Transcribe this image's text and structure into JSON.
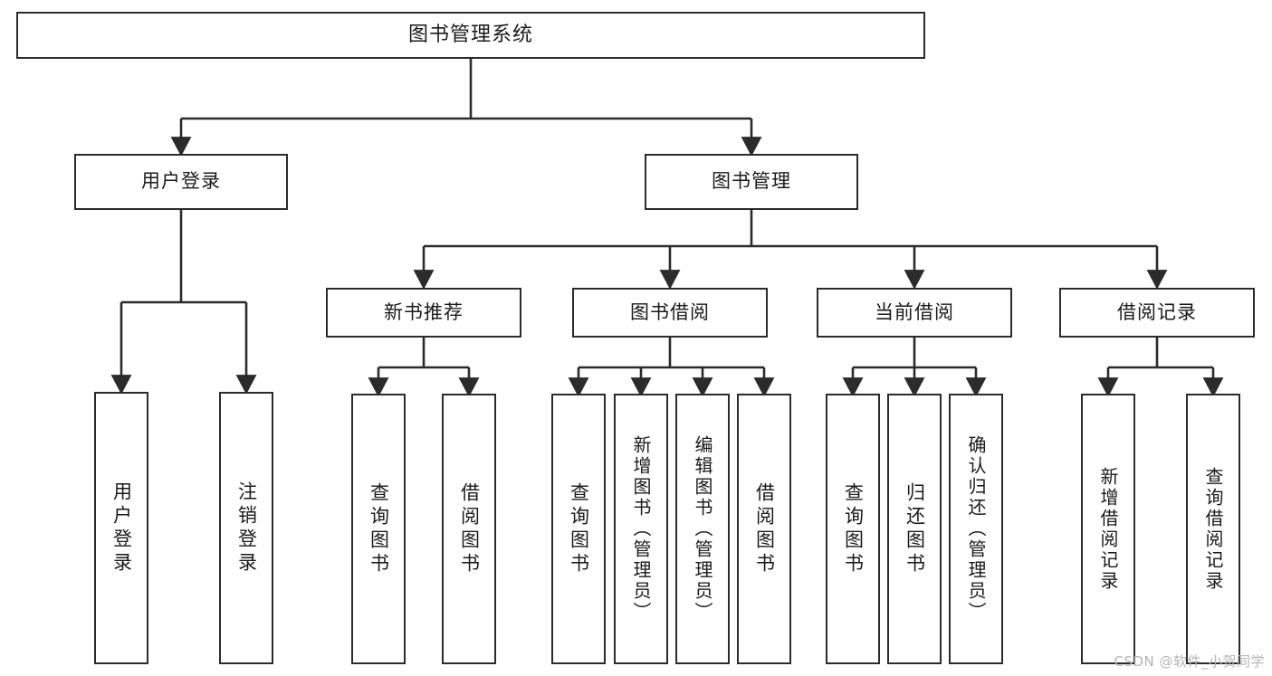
{
  "diagram": {
    "title": "图书管理系统",
    "type": "tree-hierarchy",
    "watermark": "CSDN @软件_小贺同学",
    "colors": {
      "background": "#ffffff",
      "node_fill": "#ffffff",
      "node_border": "#2b2b2b",
      "edge": "#2b2b2b",
      "text": "#1a1a1a",
      "watermark": "#b4b4b4"
    },
    "nodes": {
      "root": {
        "label": "图书管理系统"
      },
      "level1": [
        {
          "id": "user-login",
          "label": "用户登录"
        },
        {
          "id": "book-manage",
          "label": "图书管理"
        }
      ],
      "level2": [
        {
          "id": "new-book-recommend",
          "label": "新书推荐"
        },
        {
          "id": "book-borrow",
          "label": "图书借阅"
        },
        {
          "id": "current-borrow",
          "label": "当前借阅"
        },
        {
          "id": "borrow-record",
          "label": "借阅记录"
        }
      ],
      "leaves": {
        "user_login": [
          {
            "id": "leaf-user-login",
            "label": "用户登录"
          },
          {
            "id": "leaf-logout-login",
            "label": "注销登录"
          }
        ],
        "new_book_recommend": [
          {
            "id": "leaf-query-book-1",
            "label": "查询图书"
          },
          {
            "id": "leaf-borrow-book-1",
            "label": "借阅图书"
          }
        ],
        "book_borrow": [
          {
            "id": "leaf-query-book-2",
            "label": "查询图书"
          },
          {
            "id": "leaf-add-book-admin",
            "label": "新增图书（管理员）"
          },
          {
            "id": "leaf-edit-book-admin",
            "label": "编辑图书（管理员）"
          },
          {
            "id": "leaf-borrow-book-2",
            "label": "借阅图书"
          }
        ],
        "current_borrow": [
          {
            "id": "leaf-query-book-3",
            "label": "查询图书"
          },
          {
            "id": "leaf-return-book",
            "label": "归还图书"
          },
          {
            "id": "leaf-confirm-return-admin",
            "label": "确认归还（管理员）"
          }
        ],
        "borrow_record": [
          {
            "id": "leaf-add-borrow-record",
            "label": "新增借阅记录"
          },
          {
            "id": "leaf-query-borrow-record",
            "label": "查询借阅记录"
          }
        ]
      }
    }
  }
}
